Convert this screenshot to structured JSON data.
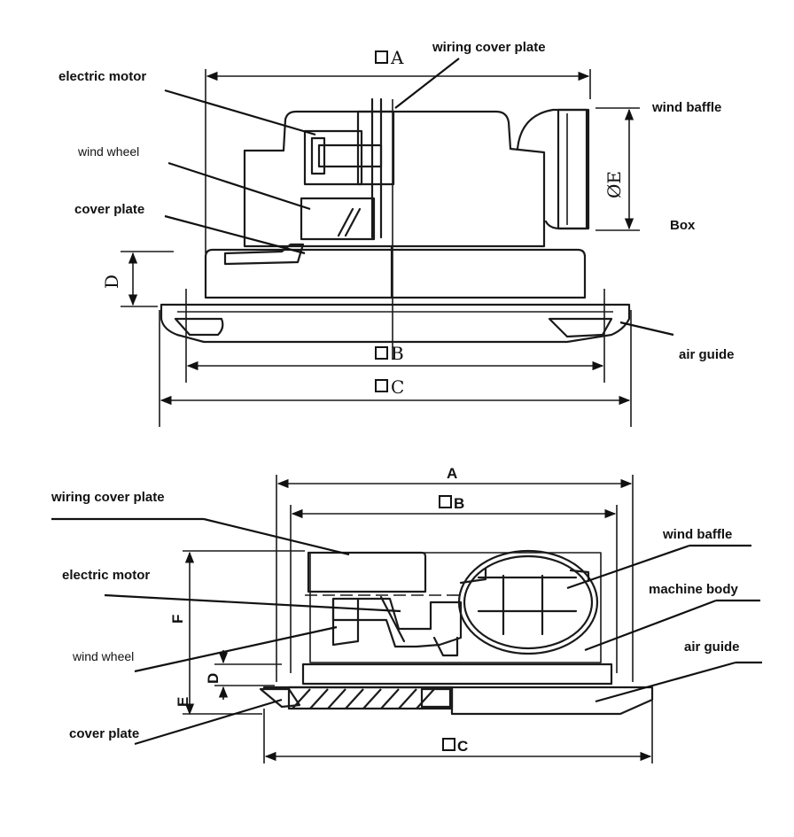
{
  "top_view": {
    "labels": {
      "electric_motor": "electric motor",
      "wind_wheel": "wind wheel",
      "cover_plate": "cover plate",
      "wiring_cover_plate": "wiring cover plate",
      "wind_baffle": "wind baffle",
      "box": "Box",
      "air_guide": "air guide"
    },
    "dimensions": {
      "a": "A",
      "b": "B",
      "c": "C",
      "d": "D",
      "e": "ØE"
    }
  },
  "bottom_view": {
    "labels": {
      "wiring_cover_plate": "wiring cover plate",
      "electric_motor": "electric motor",
      "wind_wheel": "wind wheel",
      "cover_plate": "cover plate",
      "wind_baffle": "wind baffle",
      "machine_body": "machine body",
      "air_guide": "air guide"
    },
    "dimensions": {
      "a": "A",
      "b": "B",
      "c": "C",
      "d": "D",
      "e": "E",
      "f": "F"
    }
  }
}
